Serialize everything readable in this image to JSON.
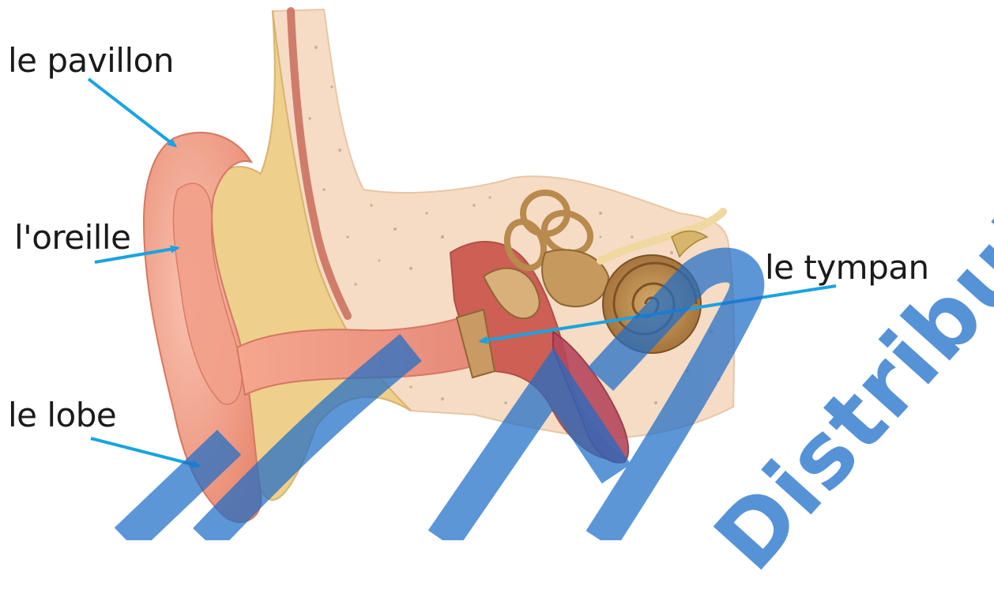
{
  "labels": {
    "pavillon": "le pavillon",
    "oreille": "l'oreille",
    "lobe": "le lobe",
    "tympan": "le tympan"
  },
  "watermark": {
    "text": "Distribution"
  },
  "colors": {
    "arrow": "#1aa3e0",
    "skin": "#f2a08a",
    "cartilage": "#eecf8c",
    "bone": "#f6dcc4",
    "watermark": "#1e6ec8"
  }
}
